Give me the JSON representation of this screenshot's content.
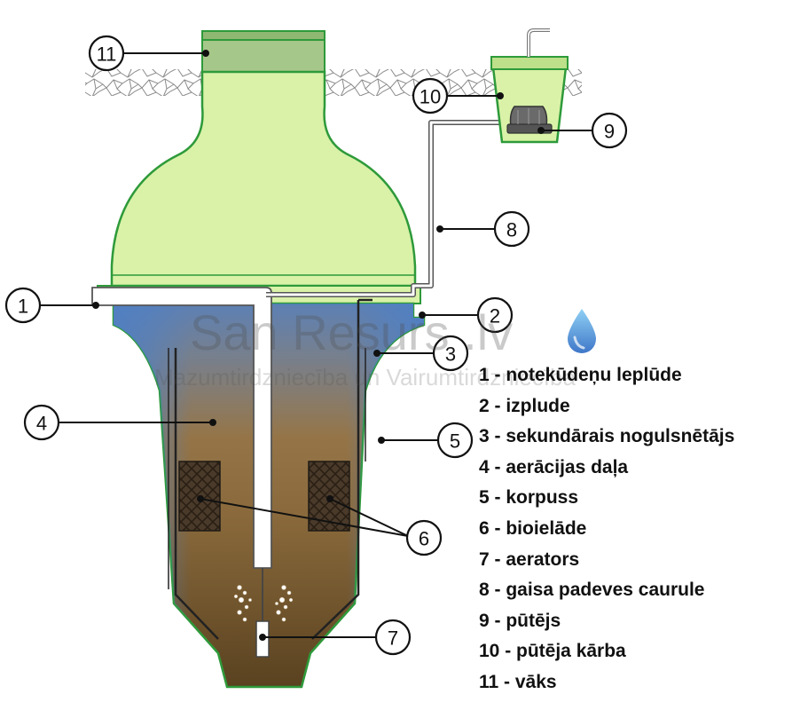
{
  "watermark": {
    "title": "San Resurs .lv",
    "subtitle": "Mazumtirdzniecība un Vairumtirdzniecība"
  },
  "callouts": [
    "1",
    "2",
    "3",
    "4",
    "5",
    "6",
    "7",
    "8",
    "9",
    "10",
    "11"
  ],
  "legend": [
    "1 - notekūdeņu leplūde",
    "2 - izplude",
    "3 - sekundārais nogulsnētājs",
    "4 - aerācijas daļa",
    "5 - korpuss",
    "6 - bioielāde",
    "7 - aerators",
    "8 - gaisa padeves caurule",
    "9 - pūtējs",
    "10 - pūtēja kārba",
    "11 - vāks"
  ],
  "colors": {
    "tank_green": "#d9f2a8",
    "outline_green": "#2e9a3a",
    "sludge_brown": "#8b6a3a",
    "water_blue": "#4f7fc4",
    "biofilter": "#4a3a2a"
  }
}
